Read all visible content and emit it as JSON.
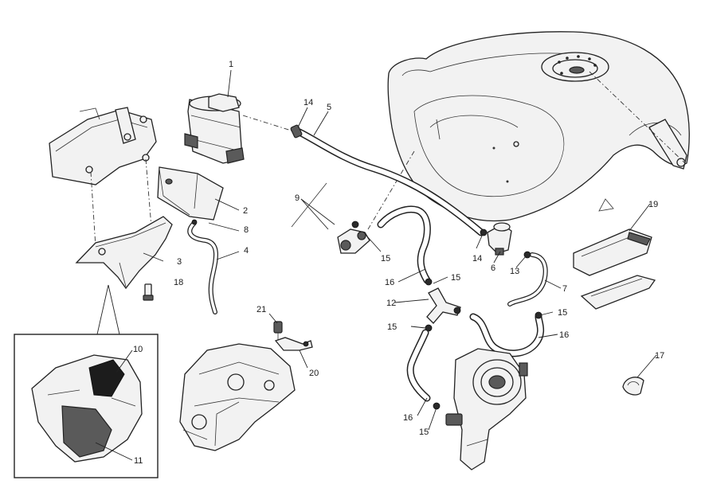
{
  "labels": [
    {
      "id": "1",
      "text": "1"
    },
    {
      "id": "2",
      "text": "2"
    },
    {
      "id": "3",
      "text": "3"
    },
    {
      "id": "4",
      "text": "4"
    },
    {
      "id": "5",
      "text": "5"
    },
    {
      "id": "6",
      "text": "6"
    },
    {
      "id": "7",
      "text": "7"
    },
    {
      "id": "8",
      "text": "8"
    },
    {
      "id": "9",
      "text": "9"
    },
    {
      "id": "10",
      "text": "10"
    },
    {
      "id": "11",
      "text": "11"
    },
    {
      "id": "12",
      "text": "12"
    },
    {
      "id": "13",
      "text": "13"
    },
    {
      "id": "14a",
      "text": "14"
    },
    {
      "id": "14b",
      "text": "14"
    },
    {
      "id": "15a",
      "text": "15"
    },
    {
      "id": "15b",
      "text": "15"
    },
    {
      "id": "15c",
      "text": "15"
    },
    {
      "id": "15d",
      "text": "15"
    },
    {
      "id": "15e",
      "text": "15"
    },
    {
      "id": "16a",
      "text": "16"
    },
    {
      "id": "16b",
      "text": "16"
    },
    {
      "id": "16c",
      "text": "16"
    },
    {
      "id": "17",
      "text": "17"
    },
    {
      "id": "18",
      "text": "18"
    },
    {
      "id": "19",
      "text": "19"
    },
    {
      "id": "20",
      "text": "20"
    },
    {
      "id": "21",
      "text": "21"
    }
  ]
}
